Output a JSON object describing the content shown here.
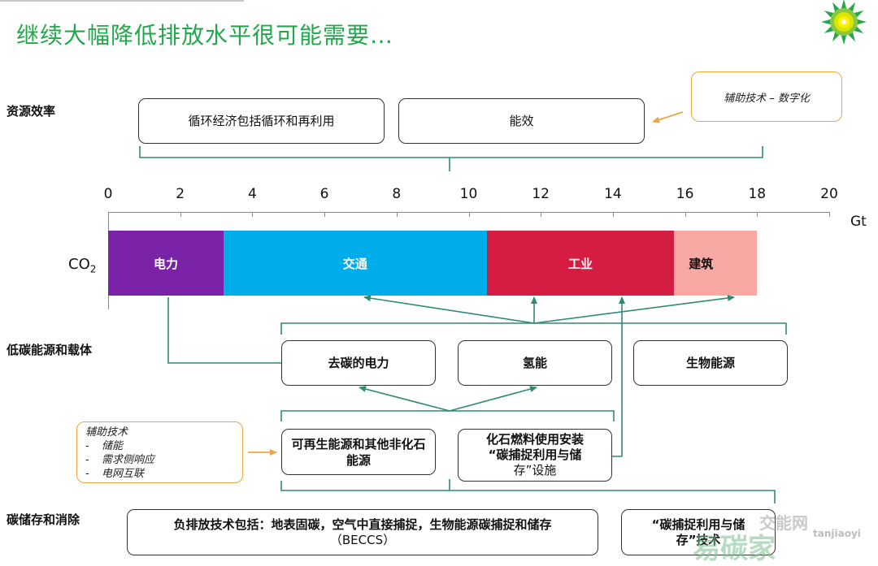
{
  "title": "继续大幅降低排放水平很可能需要…",
  "sections": {
    "resource": "资源效率",
    "lowcarbon": "低碳能源和载体",
    "storage": "碳储存和消除"
  },
  "resource_boxes": {
    "circular": "循环经济包括循环和再利用",
    "efficiency": "能效"
  },
  "digital_box": "辅助技术 – 数字化",
  "axis": {
    "ticks": [
      "0",
      "2",
      "4",
      "6",
      "8",
      "10",
      "12",
      "14",
      "16",
      "18",
      "20"
    ],
    "unit": "Gt",
    "row_label": "CO",
    "row_label_sub": "2"
  },
  "chart_data": {
    "type": "bar",
    "orientation": "horizontal-stacked",
    "categories": [
      "CO2"
    ],
    "series": [
      {
        "name": "电力",
        "value": 3.2,
        "color": "#7a22a8"
      },
      {
        "name": "交通",
        "value": 7.3,
        "color": "#00adea"
      },
      {
        "name": "工业",
        "value": 5.2,
        "color": "#d51d43"
      },
      {
        "name": "建筑",
        "value": 2.3,
        "color": "#f8a9a3"
      }
    ],
    "xlim": [
      0,
      20
    ],
    "xlabel": "Gt"
  },
  "lowcarbon_boxes": {
    "decarb_power": "去碳的电力",
    "hydrogen": "氢能",
    "bioenergy": "生物能源"
  },
  "source_boxes": {
    "renewables": "可再生能源和其他非化石能源",
    "ccus_line1": "化石燃料使用安装",
    "ccus_line2": "“碳捕捉利用与储",
    "ccus_line3": "存”设施"
  },
  "aux_box": {
    "title": "辅助技术",
    "items": [
      "储能",
      "需求侧响应",
      "电网互联"
    ]
  },
  "storage_boxes": {
    "negative_line1": "负排放技术包括：地表固碳，空气中直接捕捉，生物能源碳捕捉和储存",
    "negative_line2": "（BECCS）",
    "ccus_tech_line1": "“碳捕捉利用与储",
    "ccus_tech_line2": "存”技术"
  },
  "watermark": {
    "main": "易碳家",
    "sub": "交能网",
    "site": "tanjiaoyi"
  },
  "colors": {
    "green": "#22a84a",
    "arrow": "#2e8b73",
    "orange": "#f0a545"
  }
}
